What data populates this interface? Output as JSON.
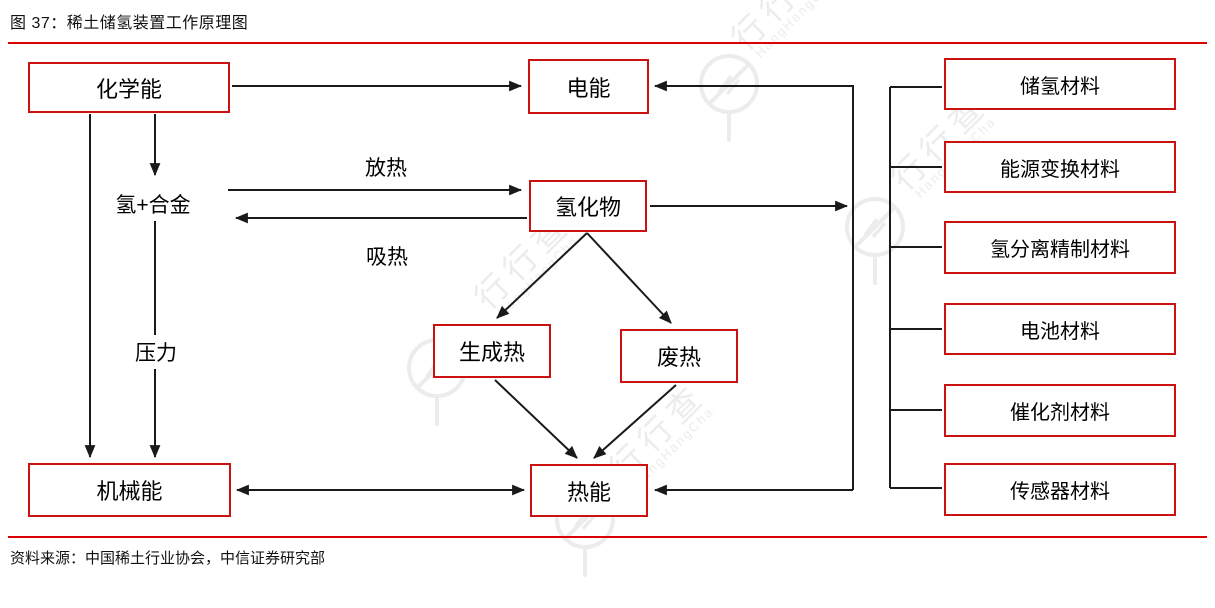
{
  "title": "图 37：稀土储氢装置工作原理图",
  "source": "资料来源：中国稀土行业协会，中信证券研究部",
  "colors": {
    "box_border_red": "#cc1111",
    "rule_red": "#dd0000",
    "line_black": "#1a1a1a",
    "watermark_gray": "#ececec",
    "text_black": "#000000",
    "background": "#ffffff"
  },
  "nodes": {
    "chemical_energy": "化学能",
    "electric_energy": "电能",
    "hydride": "氢化物",
    "generated_heat": "生成热",
    "waste_heat": "废热",
    "mechanical_energy": "机械能",
    "thermal_energy": "热能"
  },
  "inline_labels": {
    "hydrogen_alloy": "氢+合金",
    "exothermic": "放热",
    "endothermic": "吸热",
    "pressure": "压力"
  },
  "materials": [
    "储氢材料",
    "能源变换材料",
    "氢分离精制材料",
    "电池材料",
    "催化剂材料",
    "传感器材料"
  ],
  "watermark": {
    "logo_text": "行行查",
    "subtext": "HangHangCha"
  }
}
